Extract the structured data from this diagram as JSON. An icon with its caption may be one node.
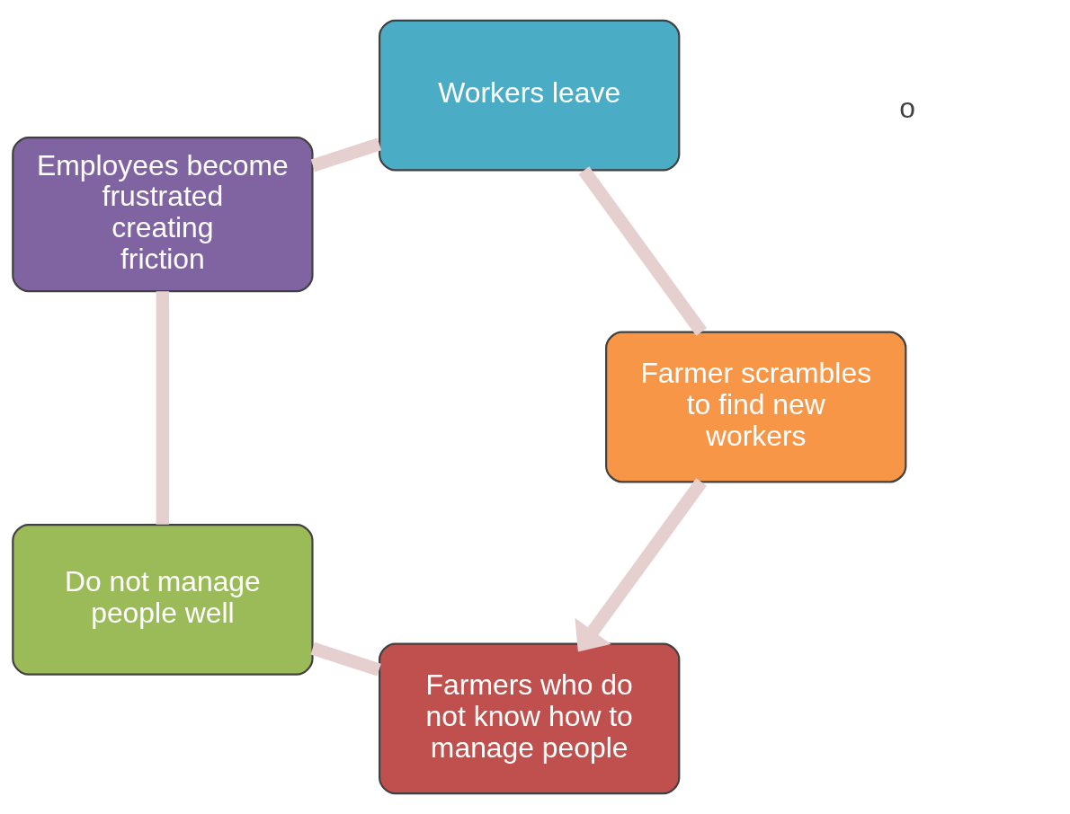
{
  "diagram": {
    "nodes": [
      {
        "text": [
          "Farmers who do not know how to manage people"
        ]
      },
      {
        "text": [
          "Do not manage people well"
        ]
      },
      {
        "text": [
          "Employees become frustrated creating friction"
        ]
      },
      {
        "text": [
          "Workers leave"
        ]
      },
      {
        "text": [
          "Farmer scrambles to find new workers"
        ]
      }
    ],
    "edges": [
      {
        "from": 0,
        "to": 1,
        "arrow": "none"
      },
      {
        "from": 1,
        "to": 2,
        "arrow": "none"
      },
      {
        "from": 2,
        "to": 3,
        "arrow": "none"
      },
      {
        "from": 3,
        "to": 4,
        "arrow": "none"
      },
      {
        "from": 4,
        "to": 0,
        "arrow": "to"
      }
    ],
    "labels": [
      "o"
    ]
  }
}
